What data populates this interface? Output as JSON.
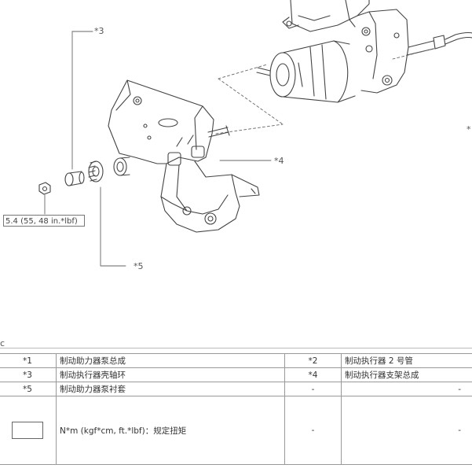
{
  "figure": {
    "callouts": {
      "c3": "*3",
      "c4": "*4",
      "c5": "*5",
      "c_edge": "*"
    },
    "torque_spec": "5.4 (55, 48 in.*lbf)"
  },
  "legend": {
    "letter": "c",
    "rows": [
      {
        "k1": "*1",
        "d1": "制动助力器泵总成",
        "k2": "*2",
        "d2": "制动执行器 2 号管"
      },
      {
        "k1": "*3",
        "d1": "制动执行器壳轴环",
        "k2": "*4",
        "d2": "制动执行器支架总成"
      },
      {
        "k1": "*5",
        "d1": "制动助力器泵衬套",
        "k2": "-",
        "d2": "-"
      }
    ],
    "torque_row": {
      "d1": "N*m (kgf*cm, ft.*lbf)：规定扭矩",
      "k2": "-",
      "d2": "-"
    }
  }
}
